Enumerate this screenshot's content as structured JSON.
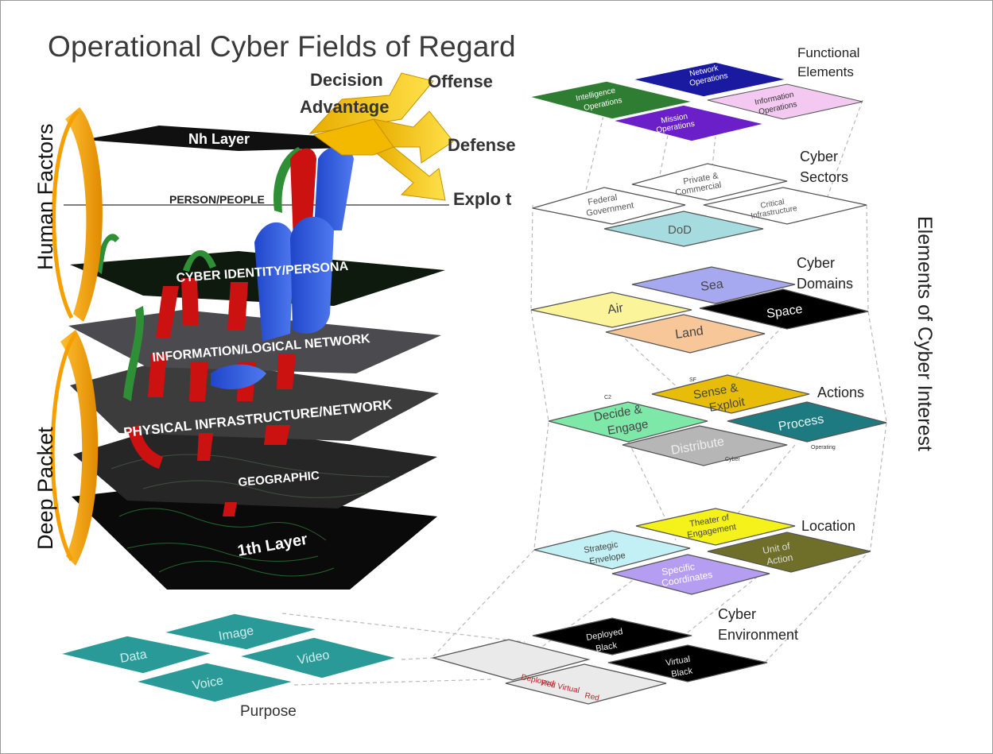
{
  "title": "Operational Cyber Fields of Regard",
  "side_labels": {
    "human_factors": "Human Factors",
    "deep_packet": "Deep Packet",
    "elements_of_cyber_interest": "Elements of Cyber Interest"
  },
  "arrow_labels": {
    "decision": "Decision",
    "advantage": "Advantage",
    "offense": "Offense",
    "defense": "Defense",
    "exploit": "Explo t"
  },
  "layers": {
    "nth": "Nh Layer",
    "person": "PERSON/PEOPLE",
    "cyber_identity": "CYBER IDENTITY/PERSONA",
    "information": "INFORMATION/LOGICAL NETWORK",
    "physical": "PHYSICAL INFRASTRUCTURE/NETWORK",
    "geographic": "GEOGRAPHIC",
    "first": "1th Layer"
  },
  "groups": {
    "functional": {
      "label_line1": "Functional",
      "label_line2": "Elements",
      "tiles": {
        "intelligence": [
          "Intelligence",
          "Operations"
        ],
        "network": [
          "Network",
          "Operations"
        ],
        "mission": [
          "Mission",
          "Operations"
        ],
        "information": [
          "Information",
          "Operations"
        ]
      }
    },
    "sectors": {
      "label_line1": "Cyber",
      "label_line2": "Sectors",
      "tiles": {
        "federal": [
          "Federal",
          "Government"
        ],
        "private": [
          "Private &",
          "Commercial"
        ],
        "critical": [
          "Critical",
          "Infrastructure"
        ],
        "dod": [
          "DoD"
        ]
      }
    },
    "domains": {
      "label_line1": "Cyber",
      "label_line2": "Domains",
      "tiles": {
        "air": "Air",
        "sea": "Sea",
        "space": "Space",
        "land": "Land"
      }
    },
    "actions": {
      "label": "Actions",
      "tiles": {
        "decide": [
          "Decide &",
          "Engage"
        ],
        "sense": [
          "Sense &",
          "Exploit"
        ],
        "process": [
          "Process"
        ],
        "distribute": [
          "Distribute"
        ]
      },
      "tags": {
        "c2": "C2",
        "sf": "SF",
        "operating": "Operating",
        "cyber": "Cyber"
      }
    },
    "location": {
      "label": "Location",
      "tiles": {
        "strategic": [
          "Strategic",
          "Envelope"
        ],
        "theater": [
          "Theater of",
          "Engagement"
        ],
        "unit": [
          "Unit of",
          "Action"
        ],
        "specific": [
          "Specific",
          "Coordinates"
        ]
      }
    },
    "environment": {
      "label_line1": "Cyber",
      "label_line2": "Environment",
      "tiles": {
        "deployed_black": [
          "Deployed",
          "Black"
        ],
        "virtual_black": [
          "Virtual",
          "Black"
        ],
        "deployed_red": [
          "Deployed",
          "Red Virtual",
          "Red"
        ]
      }
    },
    "purpose": {
      "label": "Purpose",
      "tiles": {
        "data": "Data",
        "image": "Image",
        "video": "Video",
        "voice": "Voice"
      }
    }
  },
  "colors": {
    "teal": "#2a9a98",
    "intelligence": "#2e7d32",
    "network": "#1a1aa0",
    "mission": "#6a1fc9",
    "information": "#f3c8f1",
    "dod": "#a6dce0",
    "air": "#fbf49a",
    "sea": "#a7a9f0",
    "land": "#f7c79a",
    "decide": "#7ee8a8",
    "sense": "#e7bd0a",
    "process": "#1d7a80",
    "distribute": "#b6b6b6",
    "strategic": "#c3f0f4",
    "theater": "#f4f21a",
    "unit": "#6f6f2a",
    "specific": "#b59df1",
    "arrow_yellow": "#f5c400",
    "ring_orange": "#f5a000"
  }
}
